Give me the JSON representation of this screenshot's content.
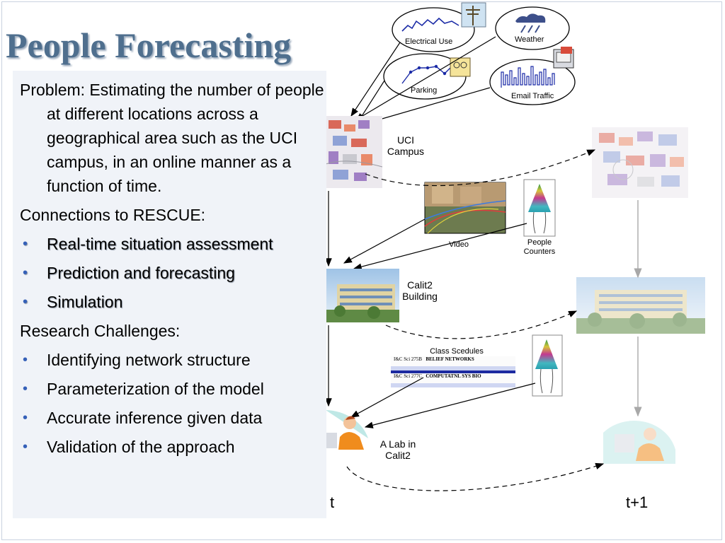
{
  "slide": {
    "title": "People Forecasting"
  },
  "content": {
    "problem": "Problem: Estimating the number of people at different locations across a geographical area such as the UCI campus, in an online manner as a function of time.",
    "connections_heading": "Connections to RESCUE:",
    "connections": [
      "Real-time situation assessment",
      "Prediction and forecasting",
      "Simulation"
    ],
    "challenges_heading": "Research Challenges:",
    "challenges": [
      "Identifying network structure",
      "Parameterization of the model",
      "Accurate inference given data",
      "Validation of the approach"
    ]
  },
  "diagram": {
    "sensors": {
      "electrical_use": "Electrical Use",
      "weather": "Weather",
      "parking": "Parking",
      "email_traffic": "Email Traffic"
    },
    "nodes": {
      "uci_campus": [
        "UCI",
        "Campus"
      ],
      "video": "Video",
      "people_counters": [
        "People",
        "Counters"
      ],
      "calit2_building": [
        "Calit2",
        "Building"
      ],
      "class_schedules": "Class Scedules",
      "lab": [
        "A Lab in",
        "Calit2"
      ]
    },
    "schedule": {
      "rows": [
        {
          "course": "I&C Sci 275B",
          "name": "BELIEF NETWORKS"
        },
        {
          "course": "I&C Sci 277C",
          "name": "COMPUTATNL SYS BIO"
        }
      ]
    },
    "time_labels": [
      "t",
      "t+1"
    ]
  },
  "colors": {
    "title": "#4f6f8e",
    "bullet": "#3560b8",
    "panel": "#f0f3f8",
    "sensor_line": "#1a2aa6",
    "arrow": "#000000",
    "faded_arrow": "#a8a8a8"
  }
}
